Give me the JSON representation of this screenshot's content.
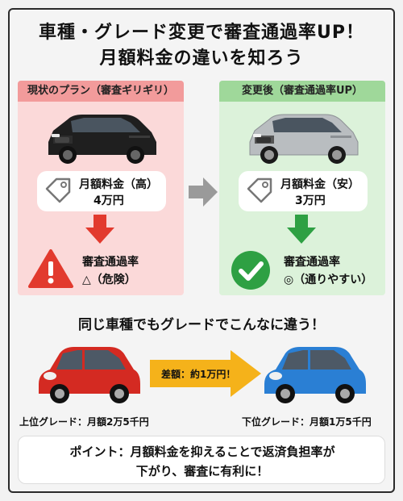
{
  "title": {
    "line1": "車種・グレード変更で審査通過率UP！",
    "line2": "月額料金の違いを知ろう"
  },
  "left_panel": {
    "header": "現状のプラン（審査ギリギリ）",
    "price_label": "月額料金（高）",
    "price_value": "4万円",
    "status_label": "審査通過率",
    "status_value": "△（危険）",
    "color": "#fbd9d9",
    "arrow_color": "#e23a2e",
    "icon": "warning-icon"
  },
  "right_panel": {
    "header": "変更後（審査通過率UP）",
    "price_label": "月額料金（安）",
    "price_value": "3万円",
    "status_label": "審査通過率",
    "status_value": "◎（通りやすい）",
    "color": "#dcf2da",
    "arrow_color": "#2ea043",
    "icon": "check-icon"
  },
  "comparison": {
    "subtitle": "同じ車種でもグレードでこんなに違う！",
    "difference": "差額：約1万円！",
    "upper_grade": "上位グレード：月額2万5千円",
    "lower_grade": "下位グレード：月額1万5千円"
  },
  "point": {
    "line1": "ポイント：月額料金を抑えることで返済負担率が",
    "line2": "下がり、審査に有利に！"
  }
}
